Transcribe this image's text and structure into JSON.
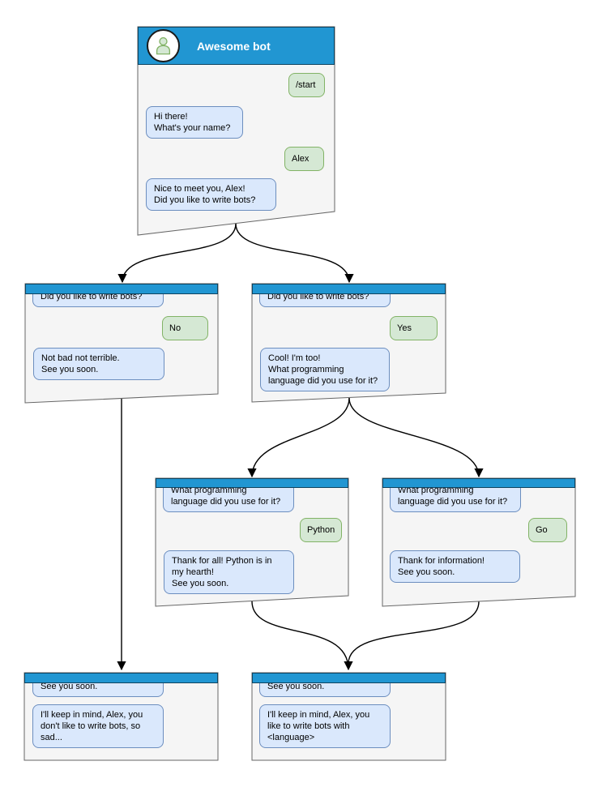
{
  "colors": {
    "header_blue": "#2196d2",
    "bot_bubble_fill": "#dae8fc",
    "bot_bubble_border": "#6c8ebf",
    "user_bubble_fill": "#d5e8d4",
    "user_bubble_border": "#82b366",
    "window_fill": "#f5f5f5",
    "window_border": "#666666",
    "arrow_color": "#000000",
    "title_text": "#ffffff"
  },
  "main_window": {
    "title": "Awesome bot",
    "avatar_icon": "person-icon",
    "messages": [
      {
        "side": "user",
        "text": "/start"
      },
      {
        "side": "bot",
        "text": "Hi there!\nWhat's your name?"
      },
      {
        "side": "user",
        "text": "Alex"
      },
      {
        "side": "bot",
        "text": "Nice to meet you, Alex!\nDid you like to write bots?"
      }
    ]
  },
  "branches": [
    {
      "id": "branch-no",
      "messages": [
        {
          "side": "bot",
          "text": "Did you like to write bots?"
        },
        {
          "side": "user",
          "text": "No"
        },
        {
          "side": "bot",
          "text": "Not bad not terrible.\nSee you soon."
        }
      ]
    },
    {
      "id": "branch-yes",
      "messages": [
        {
          "side": "bot",
          "text": "Did you like to write bots?"
        },
        {
          "side": "user",
          "text": "Yes"
        },
        {
          "side": "bot",
          "text": "Cool! I'm too!\nWhat programming\nlanguage did you use for it?"
        }
      ]
    },
    {
      "id": "branch-python",
      "messages": [
        {
          "side": "bot",
          "text": "What programming\nlanguage did you use for it?"
        },
        {
          "side": "user",
          "text": "Python"
        },
        {
          "side": "bot",
          "text": "Thank for all! Python is in\nmy hearth!\nSee you soon."
        }
      ]
    },
    {
      "id": "branch-go",
      "messages": [
        {
          "side": "bot",
          "text": "What programming\nlanguage did you use for it?"
        },
        {
          "side": "user",
          "text": "Go"
        },
        {
          "side": "bot",
          "text": "Thank for information!\nSee you soon."
        }
      ]
    },
    {
      "id": "end-no",
      "messages": [
        {
          "side": "bot",
          "text": "See you soon."
        },
        {
          "side": "bot",
          "text": "I'll keep in mind, Alex, you\ndon't like to write bots, so\nsad..."
        }
      ]
    },
    {
      "id": "end-yes",
      "messages": [
        {
          "side": "bot",
          "text": "See you soon."
        },
        {
          "side": "bot",
          "text": "I'll keep in mind, Alex, you\nlike to write bots with\n<language>"
        }
      ]
    }
  ],
  "edges": [
    {
      "from": "main",
      "to": "branch-no"
    },
    {
      "from": "main",
      "to": "branch-yes"
    },
    {
      "from": "branch-yes",
      "to": "branch-python"
    },
    {
      "from": "branch-yes",
      "to": "branch-go"
    },
    {
      "from": "branch-no",
      "to": "end-no"
    },
    {
      "from": "branch-python",
      "to": "end-yes"
    },
    {
      "from": "branch-go",
      "to": "end-yes"
    }
  ]
}
